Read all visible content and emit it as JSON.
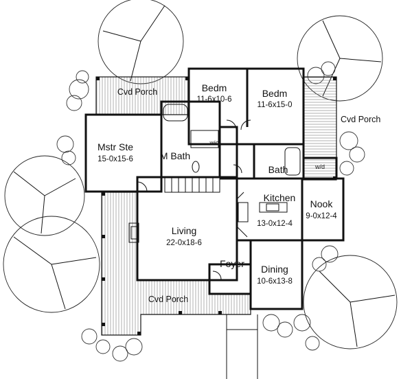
{
  "rooms": {
    "bedroom_left": {
      "name": "Bedm",
      "dim": "11-6x10-6"
    },
    "bedroom_right": {
      "name": "Bedm",
      "dim": "11-6x15-0"
    },
    "master_suite": {
      "name": "Mstr Ste",
      "dim": "15-0x15-6"
    },
    "master_bath": {
      "name": "M Bath"
    },
    "walk_in_closet": {
      "name": "wic"
    },
    "bath": {
      "name": "Bath"
    },
    "washer_dryer": {
      "name": "w/d"
    },
    "kitchen": {
      "name": "Kitchen",
      "dim": "13-0x12-4"
    },
    "nook": {
      "name": "Nook",
      "dim": "9-0x12-4"
    },
    "living": {
      "name": "Living",
      "dim": "22-0x18-6"
    },
    "foyer": {
      "name": "Foyer"
    },
    "dining": {
      "name": "Dining",
      "dim": "10-6x13-8"
    }
  },
  "porches": {
    "top_left": "Cvd Porch",
    "right": "Cvd Porch",
    "front": "Cvd Porch"
  }
}
